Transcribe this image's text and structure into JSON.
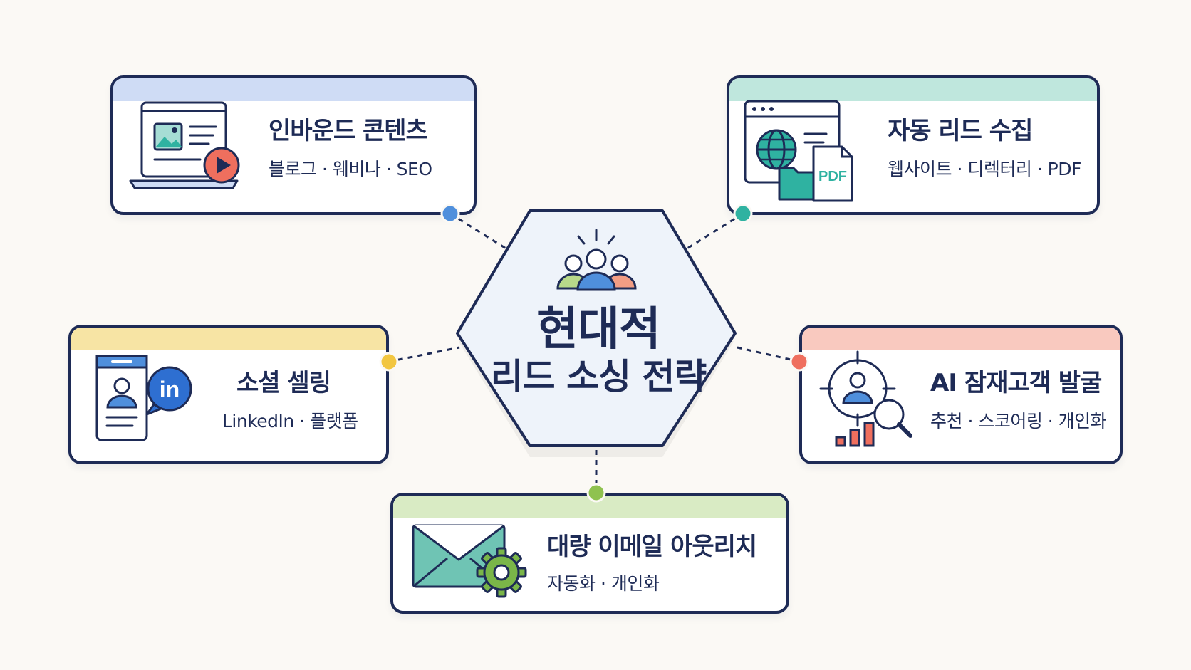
{
  "hub": {
    "title_line1": "현대적",
    "title_line2": "리드 소싱 전략"
  },
  "colors": {
    "navy": "#1e2b56",
    "blue": "#4f8fdc",
    "teal": "#2fb2a1",
    "yellow": "#f2c640",
    "coral": "#ef6f5e",
    "green": "#8fc24f"
  },
  "cards": {
    "inbound": {
      "title": "인바운드 콘텐츠",
      "subtitle": "블로그 · 웨비나 · SEO",
      "icon": "webpage-video-icon"
    },
    "auto": {
      "title": "자동 리드 수집",
      "subtitle": "웹사이트 · 디렉터리 · PDF",
      "icon": "browser-globe-pdf-icon",
      "pdf_label": "PDF"
    },
    "social": {
      "title": "소셜 셀링",
      "subtitle": "LinkedIn · 플랫폼",
      "icon": "profile-linkedin-icon",
      "in_label": "in"
    },
    "ai": {
      "title": "AI 잠재고객 발굴",
      "subtitle": "추천 · 스코어링 · 개인화",
      "icon": "target-search-icon"
    },
    "email": {
      "title": "대량 이메일 아웃리치",
      "subtitle": "자동화 · 개인화",
      "icon": "envelope-gear-icon"
    }
  }
}
